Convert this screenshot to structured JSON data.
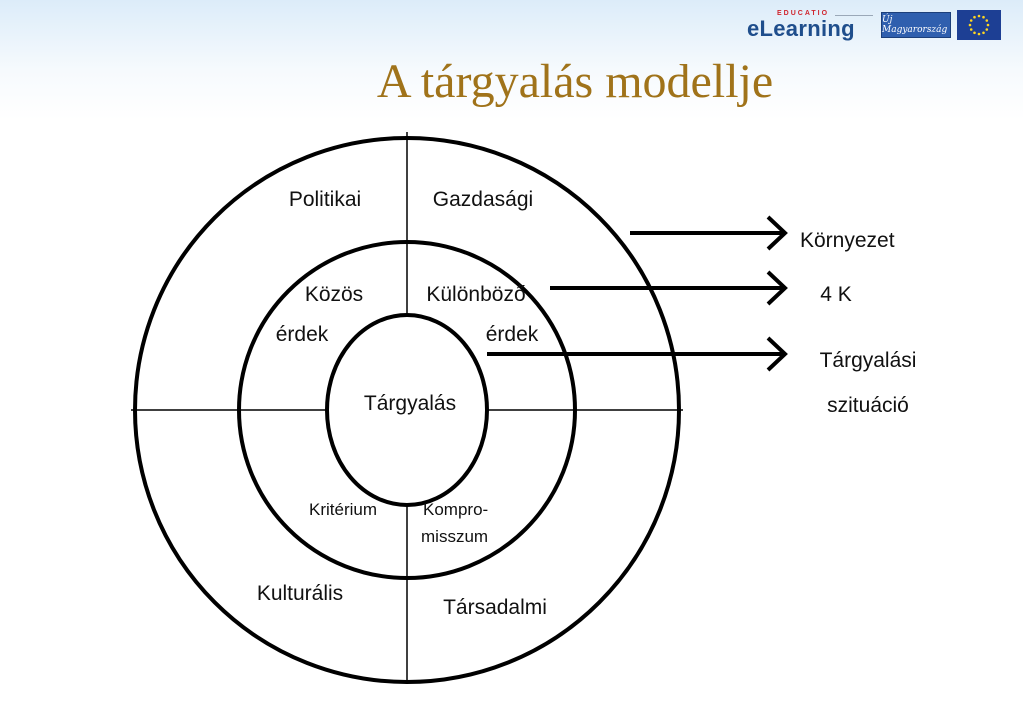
{
  "branding": {
    "tagline": "EDUCATIO",
    "name": "eLearning",
    "partner_logo": "Új Magyarország",
    "flag_icon": "eu-flag-icon"
  },
  "title": "A tárgyalás modellje",
  "diagram": {
    "outer_ring": {
      "top_left": "Politikai",
      "top_right": "Gazdasági",
      "bottom_left": "Kulturális",
      "bottom_right": "Társadalmi"
    },
    "middle_ring": {
      "top_left_1": "Közös",
      "top_left_2": "érdek",
      "top_right_1": "Különböző",
      "top_right_2": "érdek",
      "bottom_left": "Kritérium",
      "bottom_right_1": "Kompro-",
      "bottom_right_2": "misszum"
    },
    "center": "Tárgyalás"
  },
  "callouts": {
    "environment": "Környezet",
    "four_k": "4 K",
    "situation_1": "Tárgyalási",
    "situation_2": "szituáció"
  },
  "colors": {
    "title": "#a0731a",
    "lines": "#000000",
    "brand": "#1f4e8c",
    "brand_accent": "#d0262e"
  }
}
